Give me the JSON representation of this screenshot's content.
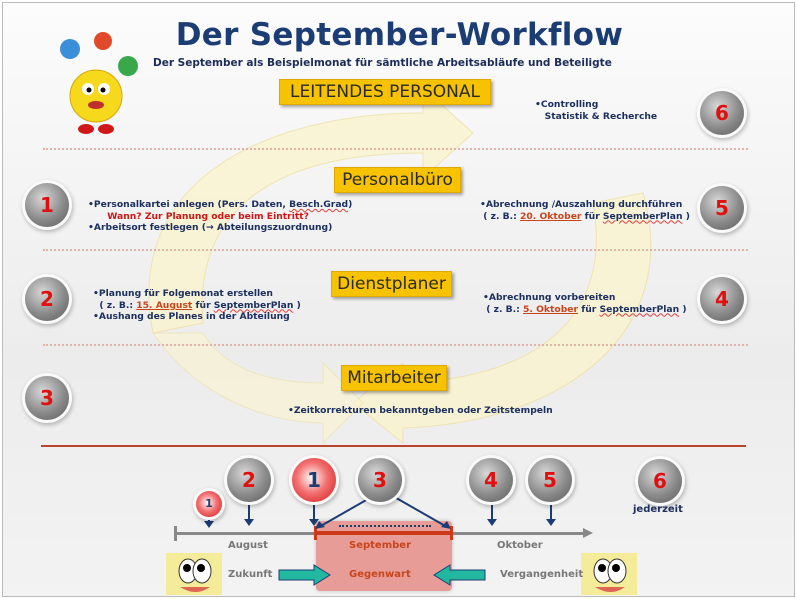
{
  "title": "Der September-Workflow",
  "subtitle": "Der September als Beispielmonat für sämtliche Arbeitsabläufe und Beteiligte",
  "roles": {
    "leitung": "LEITENDES PERSONAL",
    "personal": "Personalbüro",
    "dienst": "Dienstplaner",
    "mitarbeiter": "Mitarbeiter"
  },
  "steps": {
    "s1": {
      "num": "1",
      "line1": "•Personalkartei anlegen (Pers. Daten, ",
      "line1b": "Besch.Grad",
      ")": ")",
      "warn": "Wann? Zur Planung oder beim Eintritt?",
      "line2": "•Arbeitsort festlegen (→ Abteilungszuordnung)"
    },
    "s2": {
      "num": "2",
      "line1": "•Planung für Folgemonat erstellen",
      "pre": "( z. B.: ",
      "date": "15. August",
      "mid": " für ",
      "plan": "SeptemberPlan",
      "post": " )",
      "line3": "•Aushang des Planes in der Abteilung"
    },
    "s3": {
      "num": "3",
      "line1": "•Zeitkorrekturen bekanntgeben oder Zeitstempeln"
    },
    "s4": {
      "num": "4",
      "line1": "•Abrechnung vorbereiten",
      "pre": "( z. B.: ",
      "date": "5. Oktober",
      "mid": " für ",
      "plan": "SeptemberPlan",
      "post": " )"
    },
    "s5": {
      "num": "5",
      "line1": "•Abrechnung /Auszahlung durchführen",
      "pre": "( z. B.: ",
      "date": "20. Oktober",
      "mid": " für ",
      "plan": "SeptemberPlan",
      "post": " )"
    },
    "s6": {
      "num": "6",
      "line1": "•Controlling",
      "line2": "Statistik & Recherche"
    }
  },
  "timeline": {
    "months": [
      "August",
      "September",
      "Oktober"
    ],
    "future": "Zukunft",
    "present": "Gegenwart",
    "past": "Vergangenheit",
    "anytime": "jederzeit",
    "markers": [
      "1",
      "2",
      "1",
      "3",
      "4",
      "5",
      "6"
    ]
  }
}
